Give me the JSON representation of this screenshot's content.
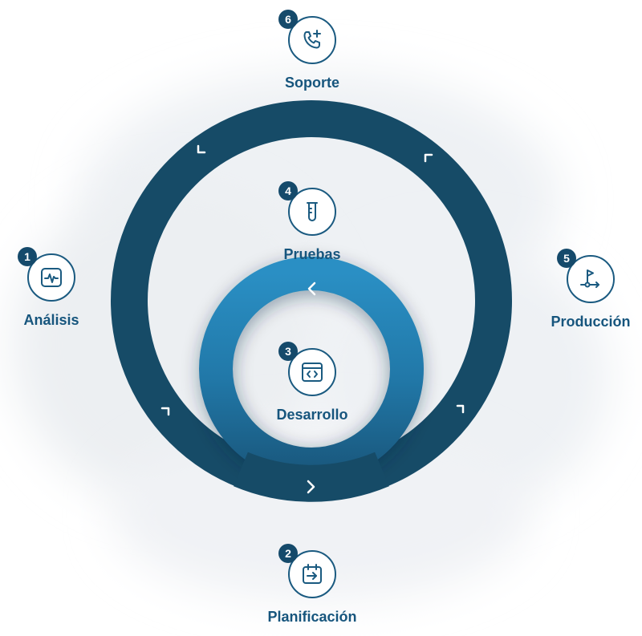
{
  "colors": {
    "outer_ring": "#164b67",
    "inner_ring_top": "#2a8fc4",
    "inner_ring_bottom": "#1a5a80",
    "accent": "#16557d",
    "badge": "#154a6b"
  },
  "steps": [
    {
      "number": "1",
      "label": "Análisis",
      "icon": "pulse-monitor-icon"
    },
    {
      "number": "2",
      "label": "Planificación",
      "icon": "calendar-arrow-icon"
    },
    {
      "number": "3",
      "label": "Desarrollo",
      "icon": "code-window-icon"
    },
    {
      "number": "4",
      "label": "Pruebas",
      "icon": "test-tube-icon"
    },
    {
      "number": "5",
      "label": "Producción",
      "icon": "flag-route-icon"
    },
    {
      "number": "6",
      "label": "Soporte",
      "icon": "phone-plus-icon"
    }
  ]
}
